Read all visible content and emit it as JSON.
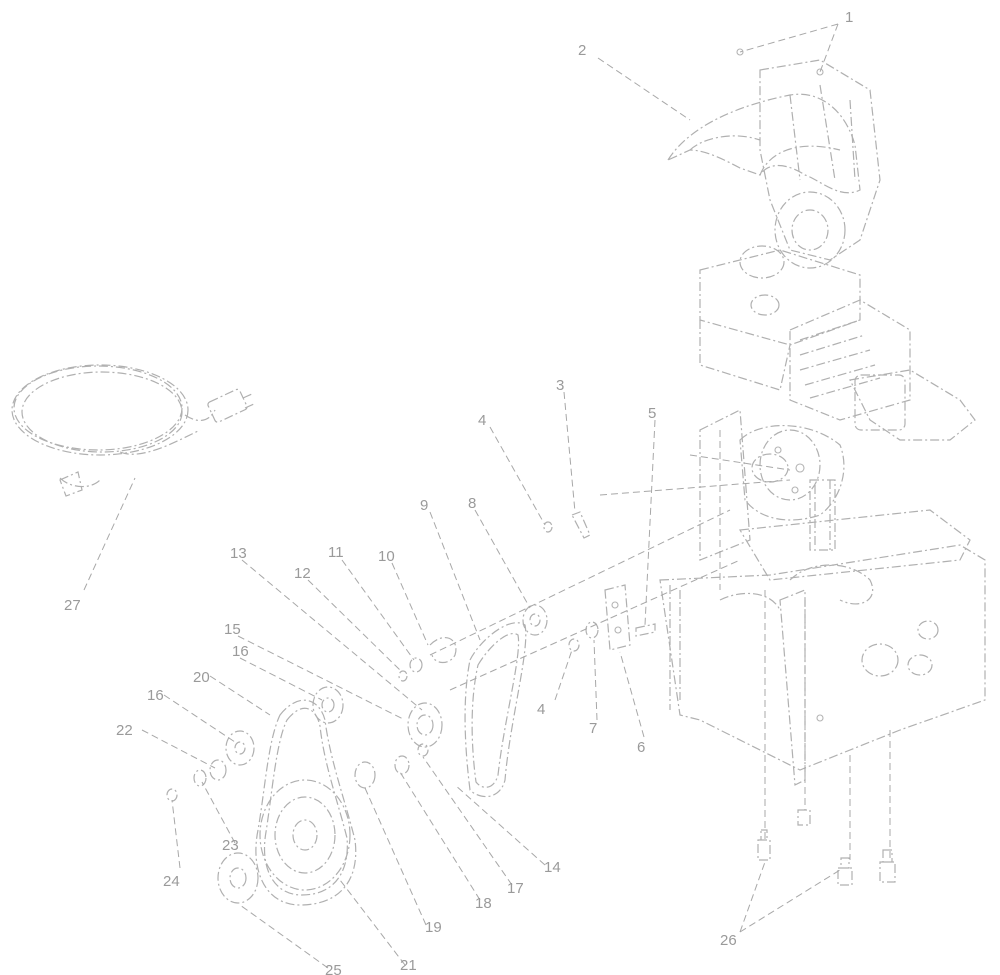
{
  "diagram": {
    "part_labels": [
      "1",
      "2",
      "3",
      "4",
      "5",
      "4",
      "7",
      "6",
      "8",
      "9",
      "10",
      "11",
      "12",
      "13",
      "15",
      "16",
      "16",
      "20",
      "22",
      "23",
      "24",
      "25",
      "21",
      "19",
      "18",
      "17",
      "14",
      "26",
      "27"
    ]
  },
  "colors": {
    "line": "#b0b0b0",
    "label": "#9a9a9a",
    "background": "#ffffff"
  }
}
